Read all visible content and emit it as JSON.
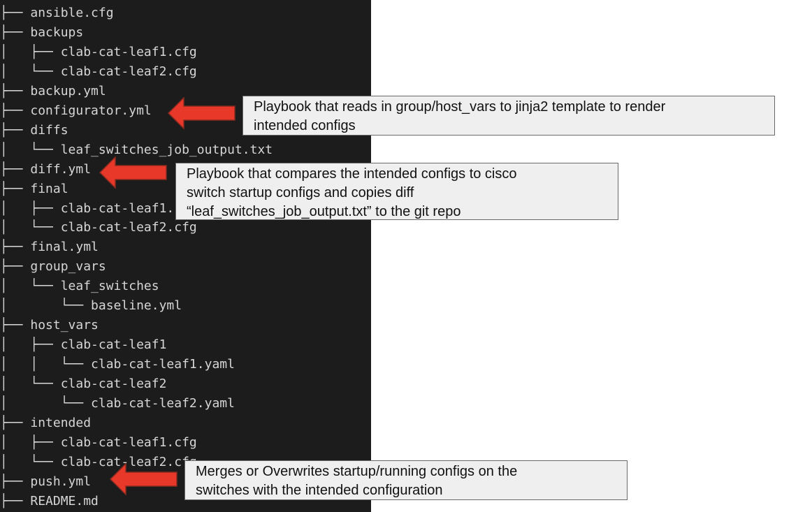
{
  "tree": [
    {
      "prefix": "├── ",
      "name": "ansible.cfg"
    },
    {
      "prefix": "├── ",
      "name": "backups"
    },
    {
      "prefix": "│   ├── ",
      "name": "clab-cat-leaf1.cfg"
    },
    {
      "prefix": "│   └── ",
      "name": "clab-cat-leaf2.cfg"
    },
    {
      "prefix": "├── ",
      "name": "backup.yml"
    },
    {
      "prefix": "├── ",
      "name": "configurator.yml"
    },
    {
      "prefix": "├── ",
      "name": "diffs"
    },
    {
      "prefix": "│   └── ",
      "name": "leaf_switches_job_output.txt"
    },
    {
      "prefix": "├── ",
      "name": "diff.yml"
    },
    {
      "prefix": "├── ",
      "name": "final"
    },
    {
      "prefix": "│   ├── ",
      "name": "clab-cat-leaf1.cfg"
    },
    {
      "prefix": "│   └── ",
      "name": "clab-cat-leaf2.cfg"
    },
    {
      "prefix": "├── ",
      "name": "final.yml"
    },
    {
      "prefix": "├── ",
      "name": "group_vars"
    },
    {
      "prefix": "│   └── ",
      "name": "leaf_switches"
    },
    {
      "prefix": "│       └── ",
      "name": "baseline.yml"
    },
    {
      "prefix": "├── ",
      "name": "host_vars"
    },
    {
      "prefix": "│   ├── ",
      "name": "clab-cat-leaf1"
    },
    {
      "prefix": "│   │   └── ",
      "name": "clab-cat-leaf1.yaml"
    },
    {
      "prefix": "│   └── ",
      "name": "clab-cat-leaf2"
    },
    {
      "prefix": "│       └── ",
      "name": "clab-cat-leaf2.yaml"
    },
    {
      "prefix": "├── ",
      "name": "intended"
    },
    {
      "prefix": "│   ├── ",
      "name": "clab-cat-leaf1.cfg"
    },
    {
      "prefix": "│   └── ",
      "name": "clab-cat-leaf2.cfg"
    },
    {
      "prefix": "├── ",
      "name": "push.yml"
    },
    {
      "prefix": "├── ",
      "name": "README.md"
    }
  ],
  "callouts": {
    "configurator": {
      "lines": [
        "Playbook that reads in group/host_vars to jinja2 template to render",
        "intended configs"
      ]
    },
    "diff": {
      "lines": [
        "Playbook that compares the intended configs to cisco",
        "switch startup configs and copies diff",
        "“leaf_switches_job_output.txt” to the git repo"
      ]
    },
    "push": {
      "lines": [
        "Merges or Overwrites startup/running configs on the",
        "switches with the intended configuration"
      ]
    }
  },
  "colors": {
    "terminal_bg": "#1c1c1c",
    "terminal_text": "#d6d6d6",
    "arrow_fill": "#e8382a",
    "callout_bg": "#efefef",
    "callout_border": "#6a6a6a"
  }
}
